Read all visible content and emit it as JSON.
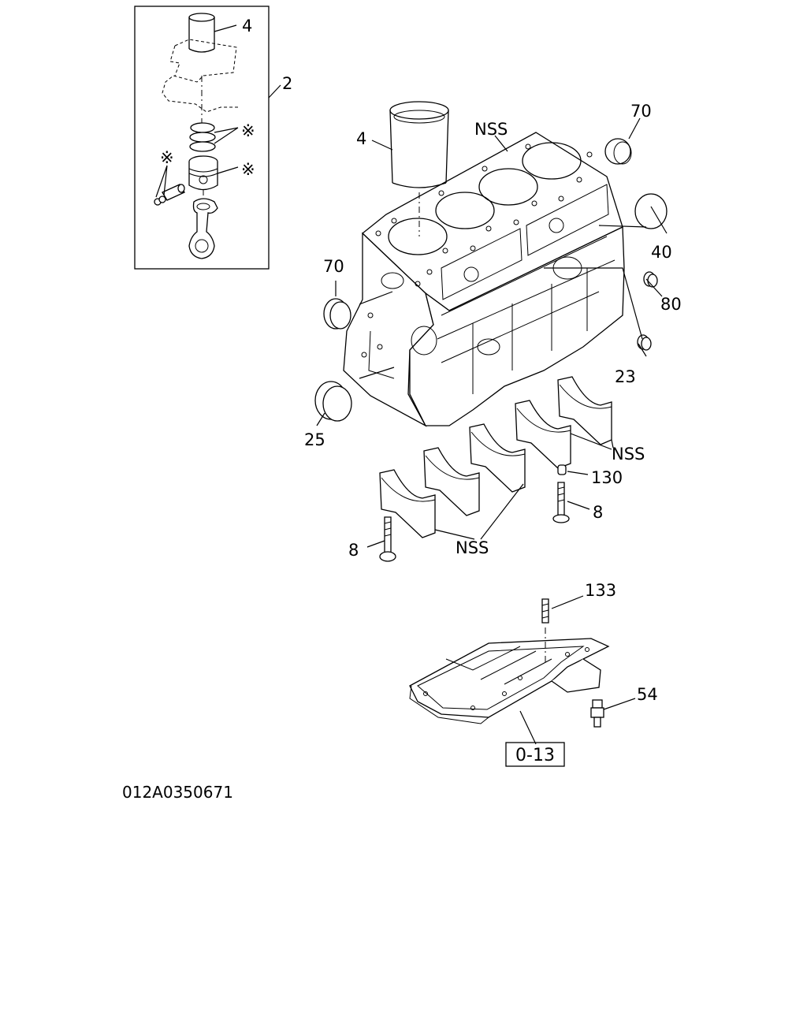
{
  "labels": {
    "inset_liner": "4",
    "inset_assembly": "2",
    "inset_star_rings": "※",
    "inset_star_piston": "※",
    "inset_star_pin": "※",
    "nss_top": "NSS",
    "liner": "4",
    "seal_top_right": "70",
    "plug_40": "40",
    "seal_left": "70",
    "plug_80": "80",
    "plug_23": "23",
    "seal_25": "25",
    "nss_caps_right": "NSS",
    "bolt_130": "130",
    "bolt_8_right": "8",
    "bolt_8_left": "8",
    "nss_caps_left": "NSS",
    "stud_133": "133",
    "switch_54": "54"
  },
  "ref_box": "0-13",
  "drawing_code": "012A0350671",
  "colors": {
    "line": "#000000",
    "background": "#ffffff"
  }
}
